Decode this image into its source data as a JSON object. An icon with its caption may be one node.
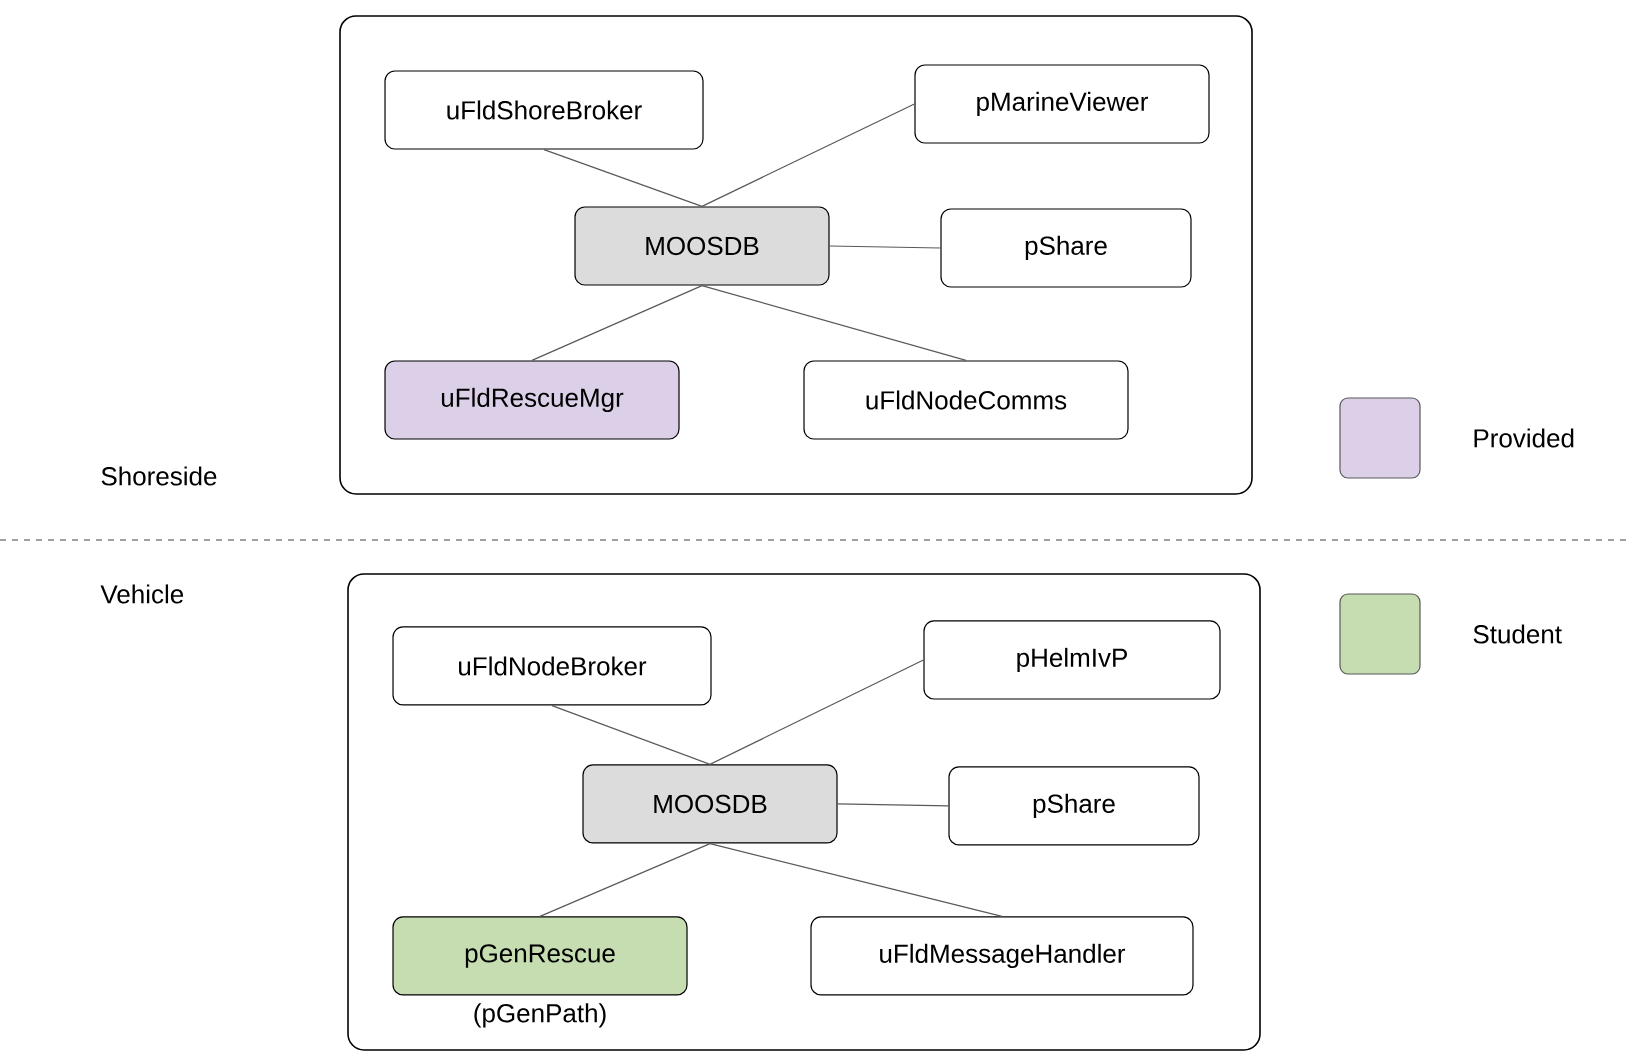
{
  "diagram": {
    "nodes": [
      {
        "text": [],
        "shape": "box"
      },
      {
        "text": [
          "uFldShoreBroker"
        ],
        "in": 0
      },
      {
        "text": [
          "pMarineViewer"
        ],
        "in": 0
      },
      {
        "text": [
          "MOOSDB"
        ],
        "in": 0
      },
      {
        "text": [
          "pShare"
        ],
        "in": 0
      },
      {
        "text": [
          "uFldRescueMgr"
        ],
        "in": 0
      },
      {
        "text": [
          "uFldNodeComms"
        ],
        "in": 0
      },
      {
        "text": [],
        "shape": "box"
      },
      {
        "text": [
          "uFldNodeBroker"
        ],
        "in": 7
      },
      {
        "text": [
          "pHelmIvP"
        ],
        "in": 7
      },
      {
        "text": [
          "MOOSDB"
        ],
        "in": 7
      },
      {
        "text": [
          "pShare"
        ],
        "in": 7
      },
      {
        "text": [
          "pGenRescue"
        ],
        "in": 7,
        "beside": [
          "(pGenPath)"
        ]
      },
      {
        "text": [
          "uFldMessageHandler"
        ],
        "in": 7
      }
    ],
    "edges": [
      {
        "from": 3,
        "to": 1,
        "arrow": "none"
      },
      {
        "from": 3,
        "to": 2,
        "arrow": "none"
      },
      {
        "from": 3,
        "to": 4,
        "arrow": "none"
      },
      {
        "from": 3,
        "to": 5,
        "arrow": "none"
      },
      {
        "from": 3,
        "to": 6,
        "arrow": "none"
      },
      {
        "from": 10,
        "to": 8,
        "arrow": "none"
      },
      {
        "from": 10,
        "to": 9,
        "arrow": "none"
      },
      {
        "from": 10,
        "to": 11,
        "arrow": "none"
      },
      {
        "from": 10,
        "to": 12,
        "arrow": "none"
      },
      {
        "from": 10,
        "to": 13,
        "arrow": "none"
      }
    ],
    "labels": [
      "Shoreside",
      "Vehicle"
    ],
    "legend": [
      {
        "text": "Provided",
        "color": "#dcd0e8"
      },
      {
        "text": "Student",
        "color": "#c5ddb0"
      }
    ]
  }
}
